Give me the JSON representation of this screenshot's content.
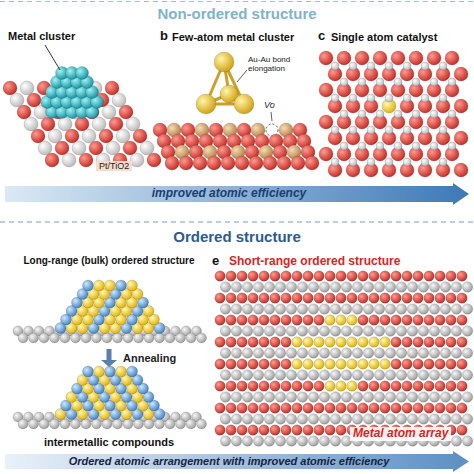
{
  "diagram": {
    "nodes": [
      {
        "text": [
          "improved atomic efficiency"
        ]
      },
      {
        "text": [
          "Long-range (bulk) ordered structure"
        ]
      },
      {
        "text": [
          "intermetallic compounds"
        ]
      },
      {
        "text": [
          "Ordered atomic arrangement with improved atomic efficiency"
        ]
      }
    ],
    "edges": [
      {
        "from": 1,
        "to": 2,
        "arrow": "to",
        "label": "Annealing"
      }
    ],
    "labels": [
      "Non-ordered structure",
      "Metal cluster",
      "Pt/TiO2",
      "b",
      "Few-atom metal cluster",
      "Au-Au bond elongation",
      "Vo",
      "c",
      "Single atom catalyst",
      "Ordered structure",
      "e",
      "Short-range ordered structure",
      "Metal atom array"
    ]
  }
}
